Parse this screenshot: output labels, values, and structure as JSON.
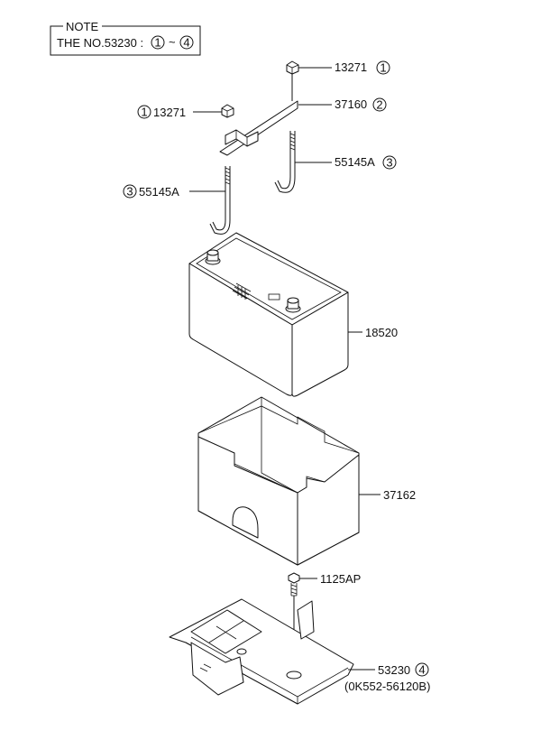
{
  "note": {
    "title": "NOTE",
    "line_prefix": "THE NO.53230 :",
    "range_start": "1",
    "range_sep": "~",
    "range_end": "4"
  },
  "callouts": {
    "nut_right": {
      "part_no": "13271",
      "ref": "1"
    },
    "nut_left": {
      "part_no": "13271",
      "ref": "1"
    },
    "clamp": {
      "part_no": "37160",
      "ref": "2"
    },
    "rod_right": {
      "part_no": "55145A",
      "ref": "3"
    },
    "rod_left": {
      "part_no": "55145A",
      "ref": "3"
    },
    "battery": {
      "part_no": "18520"
    },
    "case": {
      "part_no": "37162"
    },
    "bolt": {
      "part_no": "1125AP"
    },
    "tray": {
      "part_no": "53230",
      "ref": "4",
      "alt_no": "(0K552-56120B)"
    }
  }
}
